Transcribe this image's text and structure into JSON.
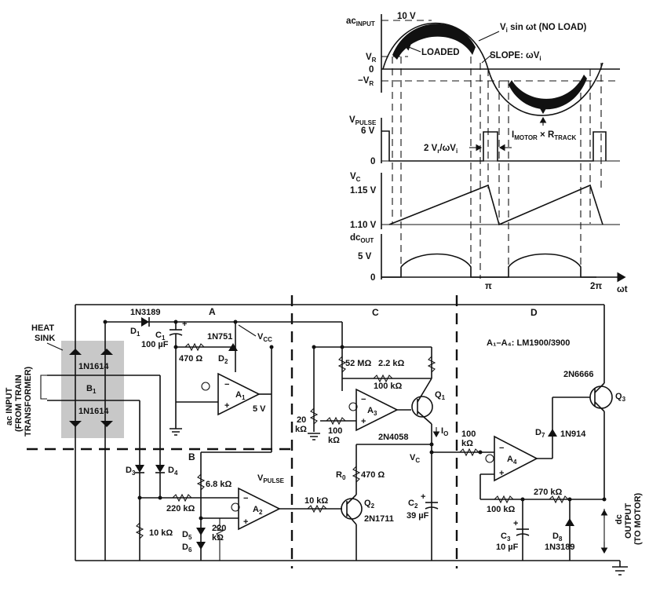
{
  "waveform": {
    "ac_input": {
      "axis_label": "ac",
      "axis_sub": "INPUT",
      "peak": "10 V",
      "no_load": "V",
      "no_load_sub": "i",
      "no_load_rest": " sin ωt (NO LOAD)",
      "loaded": "LOADED",
      "slope": "SLOPE: ωV",
      "slope_sub": "i",
      "vr": "V",
      "vr_sub": "R",
      "zero": "0",
      "neg_vr": "−V",
      "neg_vr_sub": "R",
      "imotor": "I",
      "imotor_sub": "MOTOR",
      "times": " × R",
      "rtrack_sub": "TRACK"
    },
    "vpulse": {
      "axis_label": "V",
      "axis_sub": "PULSE",
      "level": "6 V",
      "zero": "0",
      "width": "2 V",
      "width_sub": "r",
      "width_rest": "/ωV",
      "width_sub2": "i"
    },
    "vc": {
      "axis_label": "V",
      "axis_sub": "C",
      "high": "1.15 V",
      "low": "1.10 V"
    },
    "dcout": {
      "axis_label": "dc",
      "axis_sub": "OUT",
      "level": "5 V",
      "zero": "0"
    },
    "x_axis": {
      "pi": "π",
      "two_pi": "2π",
      "omega_t": "ωt"
    }
  },
  "schematic": {
    "sections": {
      "a": "A",
      "b": "B",
      "c": "C",
      "d": "D"
    },
    "heat_sink": [
      "HEAT",
      "SINK"
    ],
    "ac_input_label": [
      "ac INPUT",
      "(FROM TRAIN",
      "TRANSFORMER)"
    ],
    "bridge": {
      "top": "1N1614",
      "name": "B",
      "name_sub": "1",
      "bottom": "1N1614"
    },
    "d1": {
      "part": "1N3189",
      "name": "D",
      "sub": "1"
    },
    "c1": {
      "name": "C",
      "sub": "1",
      "value": "100 µF",
      "plus": "+"
    },
    "d2": {
      "part": "1N751",
      "name": "D",
      "sub": "2"
    },
    "vcc": {
      "name": "V",
      "sub": "CC"
    },
    "r470a": "470 Ω",
    "a1": {
      "name": "A",
      "sub": "1",
      "out": "5 V"
    },
    "d3": {
      "name": "D",
      "sub": "3"
    },
    "d4": {
      "name": "D",
      "sub": "4"
    },
    "r68k": "6.8 kΩ",
    "r220a": "220 kΩ",
    "r220b": [
      "220",
      "kΩ"
    ],
    "a2": {
      "name": "A",
      "sub": "2"
    },
    "vpulse": {
      "name": "V",
      "sub": "PULSE"
    },
    "r10ka": "10 kΩ",
    "r10kb": "10 kΩ",
    "d5": {
      "name": "D",
      "sub": "5"
    },
    "d6": {
      "name": "D",
      "sub": "6"
    },
    "r52m": "52 MΩ",
    "r22k": "2.2 kΩ",
    "r100a": "100 kΩ",
    "a3": {
      "name": "A",
      "sub": "3"
    },
    "q1": {
      "name": "Q",
      "sub": "1",
      "part": "2N4058"
    },
    "io": {
      "name": "I",
      "sub": "O"
    },
    "pot20k": [
      "20",
      "kΩ"
    ],
    "r100b": [
      "100",
      "kΩ"
    ],
    "r0": {
      "name": "R",
      "sub": "0",
      "value": "470 Ω"
    },
    "q2": {
      "name": "Q",
      "sub": "2",
      "part": "2N1711"
    },
    "vc": {
      "name": "V",
      "sub": "C"
    },
    "c2": {
      "name": "C",
      "sub": "2",
      "value": "39 µF",
      "plus": "+"
    },
    "amp_note": "A₁–A₄: LM1900/3900",
    "q3": {
      "name": "Q",
      "sub": "3",
      "part": "2N6666"
    },
    "d7": {
      "name": "D",
      "sub": "7",
      "part": "1N914"
    },
    "r100c": [
      "100",
      "kΩ"
    ],
    "a4": {
      "name": "A",
      "sub": "4"
    },
    "r270k": "270 kΩ",
    "r100d": "100 kΩ",
    "c3": {
      "name": "C",
      "sub": "3",
      "value": "10 µF",
      "plus": "+"
    },
    "d8": {
      "name": "D",
      "sub": "8",
      "part": "1N3189"
    },
    "dc_output": [
      "dc",
      "OUTPUT",
      "(TO MOTOR)"
    ]
  }
}
